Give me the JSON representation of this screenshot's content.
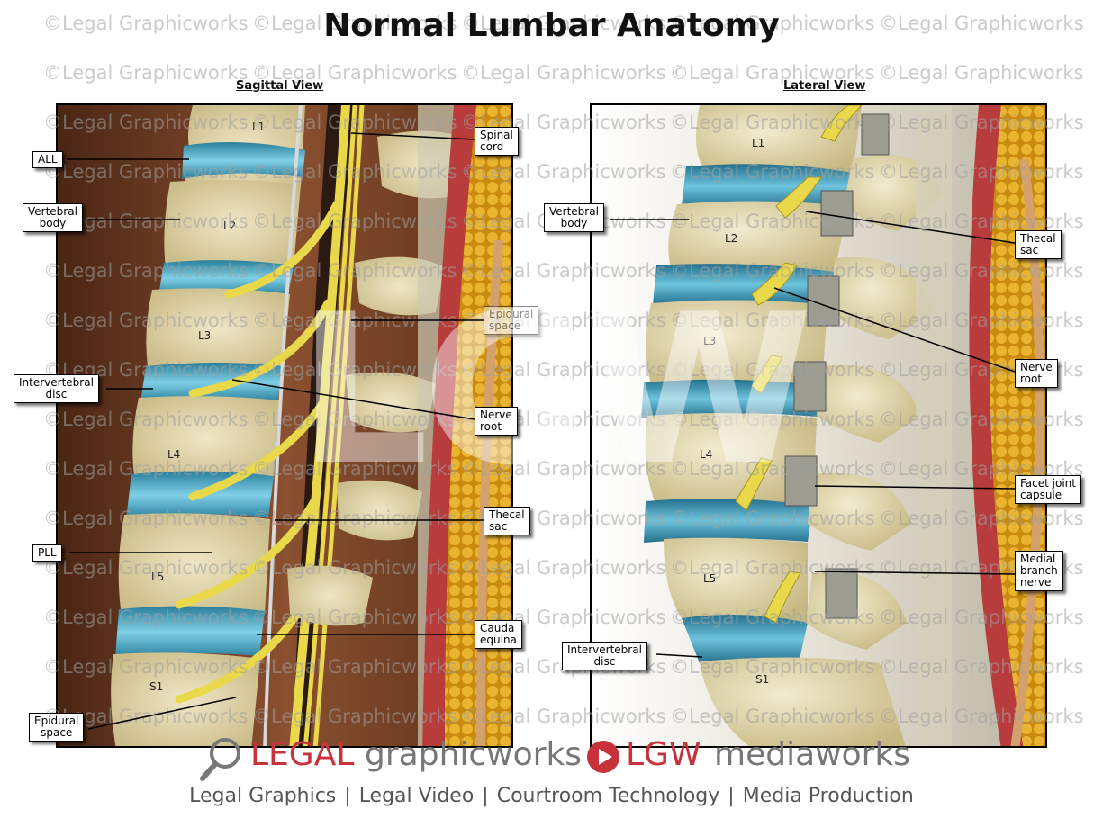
{
  "title": "Normal Lumbar Anatomy",
  "sagittal_view": {
    "heading": "Sagittal View",
    "vertebra_labels": [
      "L1",
      "L2",
      "L3",
      "L4",
      "L5",
      "S1"
    ],
    "callouts": {
      "all": "ALL",
      "vertebral_body_1": "Vertebral",
      "vertebral_body_2": "body",
      "intervertebral_disc_1": "Intervertebral",
      "intervertebral_disc_2": "disc",
      "pll": "PLL",
      "epidural_space_1": "Epidural",
      "epidural_space_2": "space",
      "spinal_cord_1": "Spinal",
      "spinal_cord_2": "cord",
      "epidural_space_right_1": "Epidural",
      "epidural_space_right_2": "space",
      "nerve_root_1": "Nerve",
      "nerve_root_2": "root",
      "thecal_sac_1": "Thecal",
      "thecal_sac_2": "sac",
      "cauda_equina_1": "Cauda",
      "cauda_equina_2": "equina"
    }
  },
  "lateral_view": {
    "heading": "Lateral View",
    "vertebra_labels": [
      "L1",
      "L2",
      "L3",
      "L4",
      "L5",
      "S1"
    ],
    "callouts": {
      "vertebral_body_1": "Vertebral",
      "vertebral_body_2": "body",
      "intervertebral_disc_1": "Intervertebral",
      "intervertebral_disc_2": "disc",
      "thecal_sac_1": "Thecal",
      "thecal_sac_2": "sac",
      "nerve_root_1": "Nerve",
      "nerve_root_2": "root",
      "facet_joint_capsule_1": "Facet joint",
      "facet_joint_capsule_2": "capsule",
      "medial_branch_nerve_1": "Medial",
      "medial_branch_nerve_2": "branch",
      "medial_branch_nerve_3": "nerve"
    }
  },
  "watermark": {
    "text": "©Legal Graphicworks",
    "monogram": "LGW"
  },
  "footer": {
    "logo_legal": "LEGAL",
    "logo_graphicworks": "graphicworks",
    "logo_lgw": "LGW",
    "logo_mediaworks": "mediaworks",
    "tagline": [
      "Legal Graphics",
      "Legal Video",
      "Courtroom Technology",
      "Media Production"
    ],
    "separator": "|"
  },
  "colors": {
    "bone": "#e6dcb0",
    "disc": "#3e9fbd",
    "nerve": "#e8d84a",
    "fat": "#d9a420",
    "muscle": "#b83c3c",
    "background_tissue": "#6b3a22",
    "brand_red": "#c8323c",
    "brand_gray": "#777777"
  }
}
